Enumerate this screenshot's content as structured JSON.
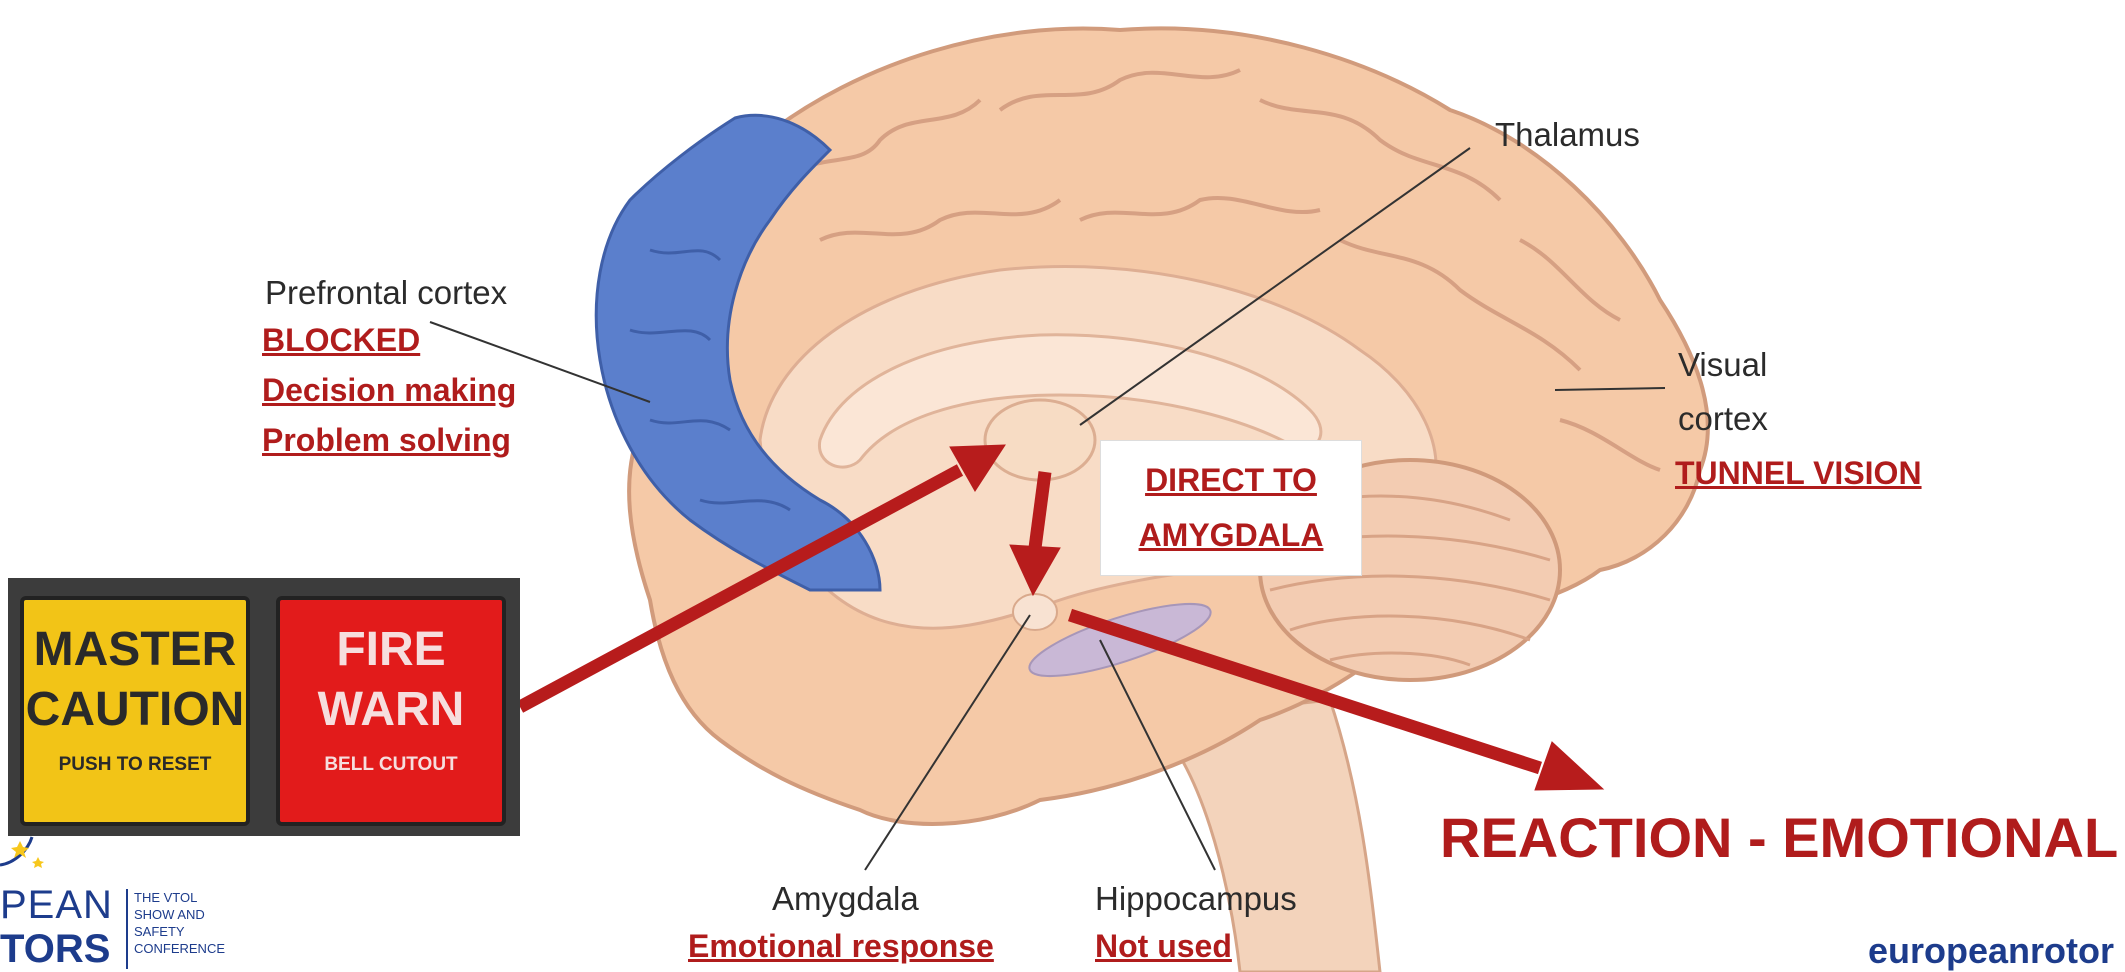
{
  "labels": {
    "thalamus": "Thalamus",
    "prefrontal": "Prefrontal cortex",
    "visual": [
      "Visual",
      "cortex"
    ],
    "amygdala": "Amygdala",
    "hippocampus": "Hippocampus"
  },
  "annotations": {
    "blocked": "BLOCKED",
    "decision": "Decision making",
    "problem": "Problem solving",
    "tunnel": "TUNNEL VISION",
    "direct": [
      "DIRECT TO",
      "AMYGDALA"
    ],
    "emotional_response": "Emotional response",
    "not_used": "Not used",
    "reaction": "REACTION - EMOTIONAL"
  },
  "warning_panel": {
    "master": {
      "line1": "MASTER",
      "line2": "CAUTION",
      "sub": "PUSH TO RESET",
      "color": "#f2c417"
    },
    "fire": {
      "line1": "FIRE",
      "line2": "WARN",
      "sub": "BELL CUTOUT",
      "color": "#e21b1b"
    }
  },
  "logo": {
    "word1": "PEAN",
    "word2": "TORS",
    "tagline": [
      "THE VTOL",
      "SHOW AND",
      "SAFETY",
      "CONFERENCE"
    ]
  },
  "footer": {
    "site": "europeanrotor"
  },
  "colors": {
    "accent": "#b01c1c",
    "prefrontal": "#5b7fcc",
    "brain": "#f5c9a7"
  }
}
